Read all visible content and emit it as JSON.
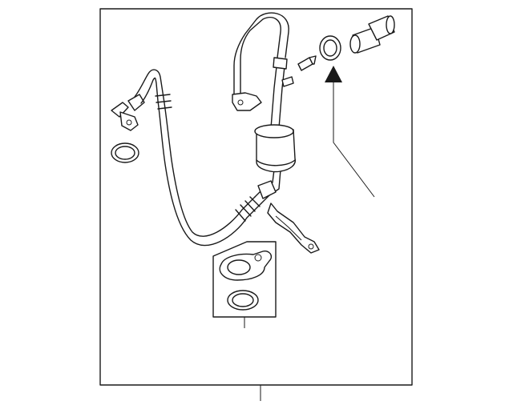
{
  "diagram": {
    "line_color": "#1a1a1a",
    "background": "#ffffff",
    "parts": [
      "frame",
      "leader-line-bottom",
      "suction-hose",
      "liquid-line",
      "receiver-drier",
      "mounting-bracket",
      "gasket-plate",
      "o-ring",
      "o-ring-seal",
      "valve-core",
      "service-cap",
      "callout-arrow"
    ]
  }
}
